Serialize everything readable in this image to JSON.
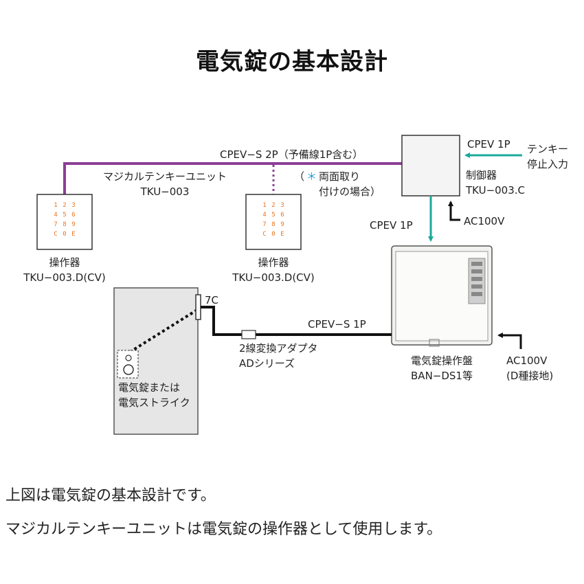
{
  "title": "電気錠の基本設計",
  "colors": {
    "purple": "#8b3f96",
    "teal": "#1aa99a",
    "black": "#111111",
    "door": "#e6e6e6"
  },
  "cables": {
    "top_cable": "CPEV−S 2P（予備線1P含む）",
    "both_sides_note_1": "（",
    "both_sides_asterisk": "＊",
    "both_sides_note_2": "両面取り",
    "both_sides_note_3": "付けの場合）",
    "controller_input": "CPEV 1P",
    "controller_to_panel": "CPEV 1P",
    "lock_cable": "CPEV−S 1P",
    "door_cable": "7C"
  },
  "unit": {
    "name": "マジカルテンキーユニット",
    "model": "TKU−003"
  },
  "keypad": {
    "rows": [
      [
        "1",
        "2",
        "3"
      ],
      [
        "4",
        "5",
        "6"
      ],
      [
        "7",
        "8",
        "9"
      ],
      [
        "C",
        "0",
        "E"
      ]
    ],
    "label": "操作器",
    "model": "TKU−003.D(CV)"
  },
  "controller": {
    "label": "制御器",
    "model": "TKU−003.C"
  },
  "tenkey_stop": {
    "line1": "テンキー",
    "line2": "停止入力"
  },
  "ac_controller": "AC100V",
  "panel": {
    "label": "電気錠操作盤",
    "model": "BAN−DS1等"
  },
  "ac_panel": {
    "line1": "AC100V",
    "line2": "(D種接地)"
  },
  "adapter": {
    "label": "2線変換アダプタ",
    "series": "ADシリーズ"
  },
  "lock": {
    "line1": "電気錠または",
    "line2": "電気ストライク"
  },
  "description": {
    "line1": "上図は電気錠の基本設計です。",
    "line2": "マジカルテンキーユニットは電気錠の操作器として使用します。"
  }
}
